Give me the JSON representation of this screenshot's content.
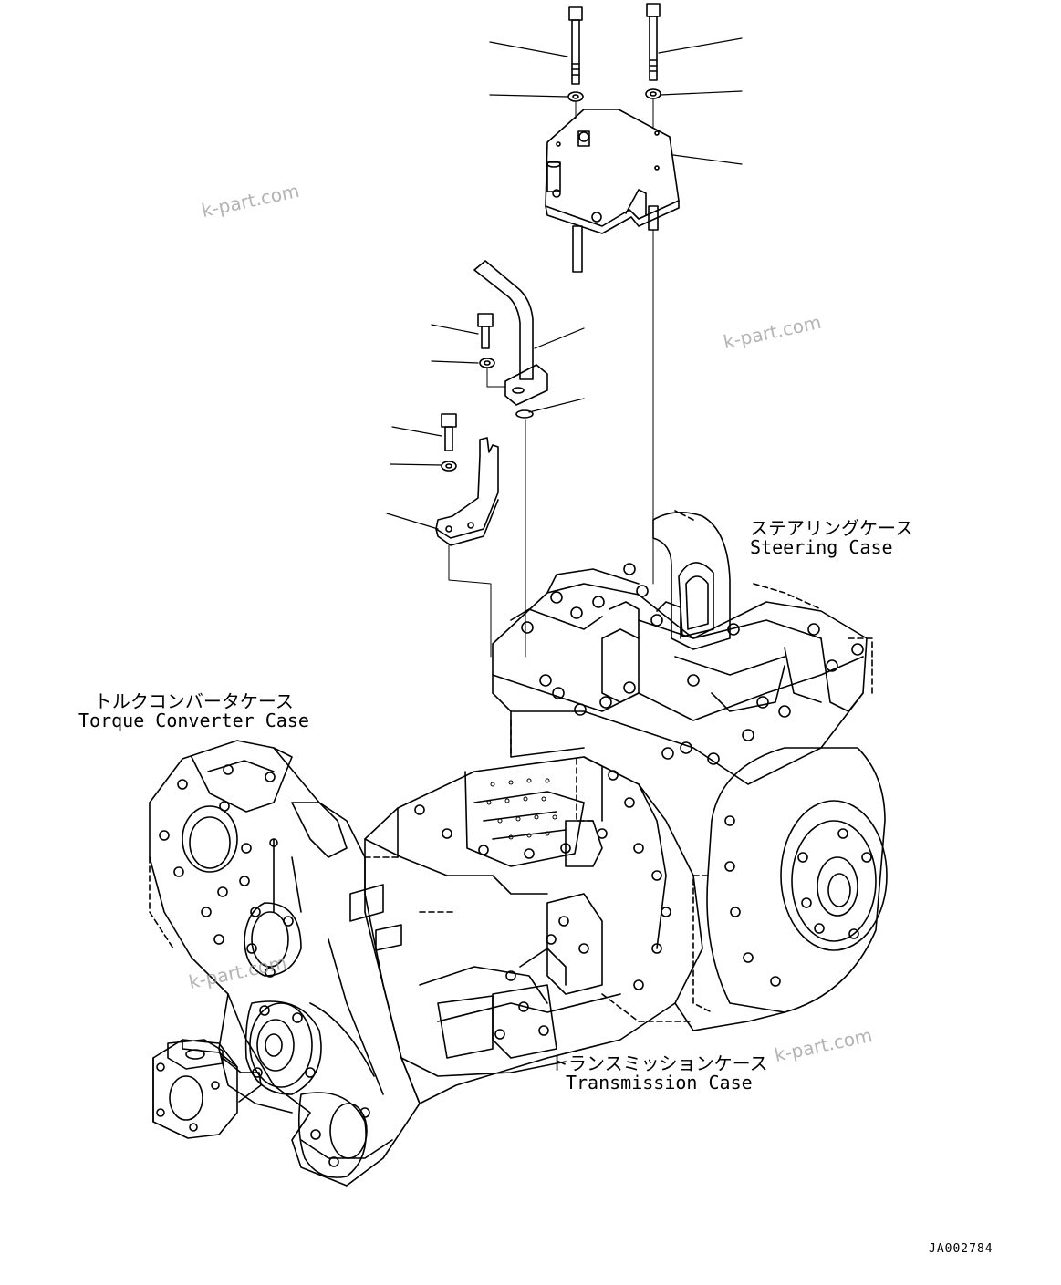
{
  "labels": {
    "steering_case": {
      "jp": "ステアリングケース",
      "en": "Steering Case"
    },
    "torque_converter_case": {
      "jp": "トルクコンバータケース",
      "en": "Torque Converter Case"
    },
    "transmission_case": {
      "jp": "トランスミッションケース",
      "en": "Transmission Case"
    }
  },
  "watermark": "k-part.com",
  "drawing_code": "JA002784",
  "icons": [
    "bolt-icon",
    "washer-icon",
    "bracket-plate-icon",
    "pipe-icon",
    "o-ring-icon",
    "support-bracket-icon"
  ]
}
